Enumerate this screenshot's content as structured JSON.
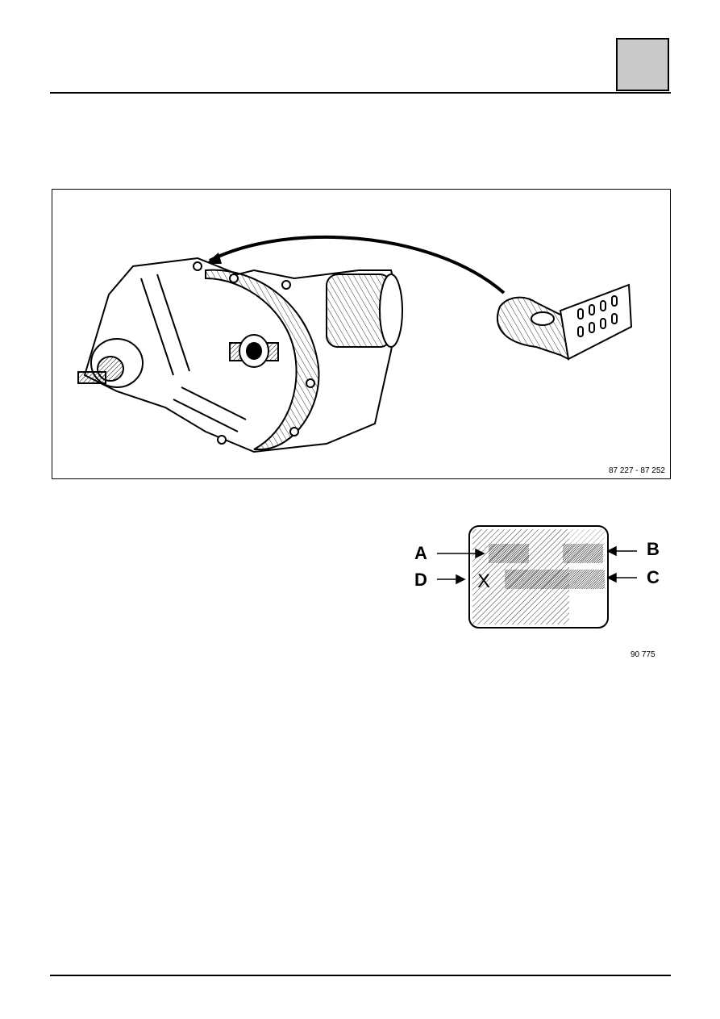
{
  "figure1": {
    "ref": "87 227 - 87 252"
  },
  "figure2": {
    "ref": "90 775",
    "labels": {
      "a": "A",
      "b": "B",
      "c": "C",
      "d": "D"
    },
    "plate_marks": {
      "prefix": "X"
    }
  },
  "colors": {
    "tab_fill": "#c9c9c9",
    "ink": "#000000"
  }
}
